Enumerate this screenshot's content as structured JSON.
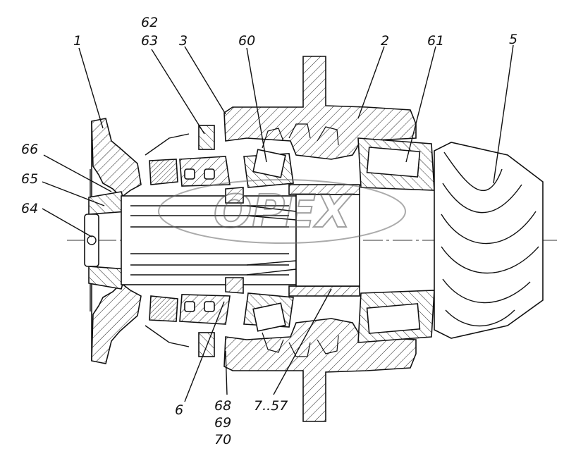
{
  "labels": {
    "l1": "1",
    "l62": "62",
    "l63": "63",
    "l3": "3",
    "l60": "60",
    "l2": "2",
    "l61": "61",
    "l5": "5",
    "l66": "66",
    "l65": "65",
    "l64": "64",
    "l6": "6",
    "l68": "68",
    "l69": "69",
    "l70": "70",
    "l757": "7..57"
  },
  "watermark": "OPEX"
}
